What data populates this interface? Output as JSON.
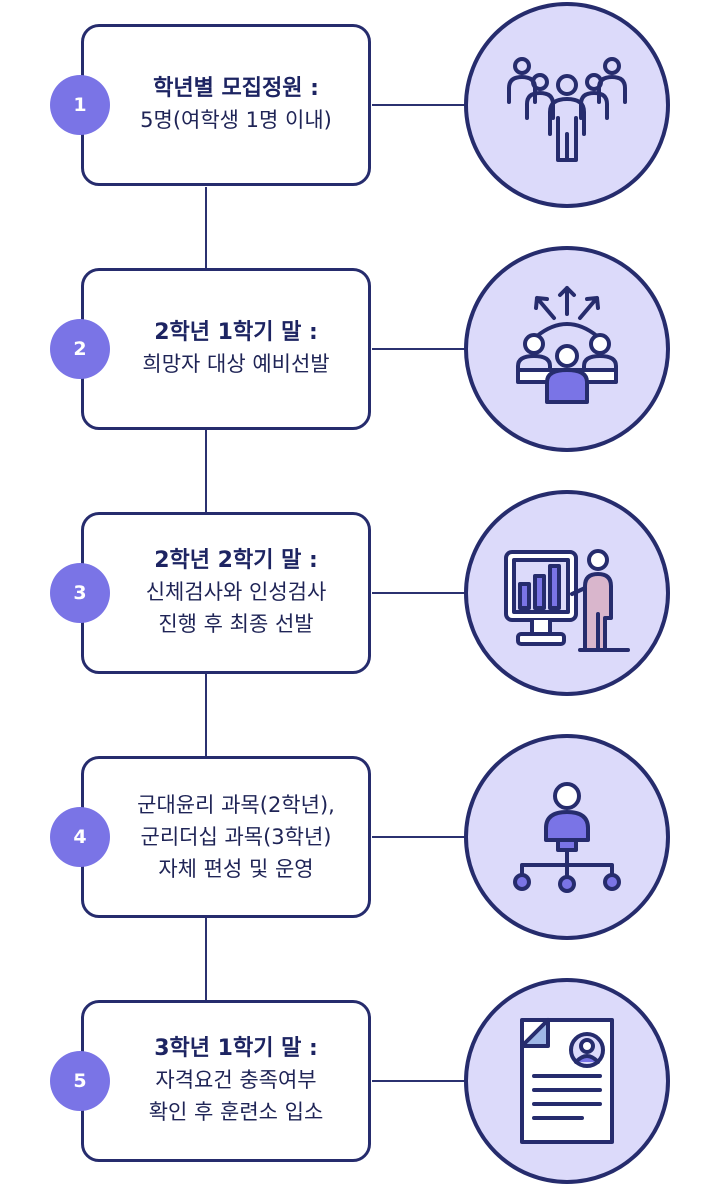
{
  "steps": [
    {
      "number": "1",
      "title": "학년별 모집정원 :",
      "lines": [
        "5명(여학생 1명 이내)"
      ],
      "icon": "group-people-icon"
    },
    {
      "number": "2",
      "title": "2학년 1학기 말 :",
      "lines": [
        "희망자 대상 예비선발"
      ],
      "icon": "team-selection-icon"
    },
    {
      "number": "3",
      "title": "2학년 2학기 말 :",
      "lines": [
        "신체검사와 인성검사",
        "진행 후 최종 선발"
      ],
      "icon": "presentation-chart-icon"
    },
    {
      "number": "4",
      "title": "",
      "lines": [
        "군대윤리 과목(2학년),",
        "군리더십 과목(3학년)",
        "자체 편성 및 운영"
      ],
      "icon": "hierarchy-organization-icon"
    },
    {
      "number": "5",
      "title": "3학년 1학기 말 :",
      "lines": [
        "자격요건 충족여부",
        "확인 후 훈련소 입소"
      ],
      "icon": "resume-document-icon"
    }
  ],
  "colors": {
    "navy": "#262c6d",
    "badge": "#7a74e6",
    "circle_fill": "#dcdafa",
    "person_fill": "#7a74e6",
    "presenter_fill": "#d9b6cc"
  }
}
